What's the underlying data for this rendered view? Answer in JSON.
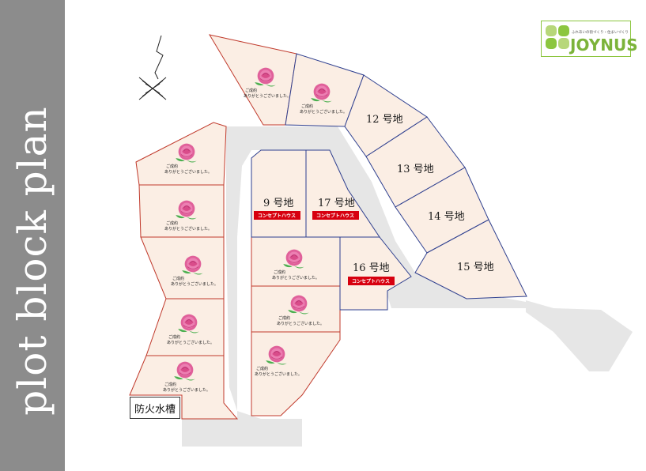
{
  "side_title": "plot block plan",
  "logo": {
    "tagline": "ふれあいの街づくり・住まいづくり",
    "wordmark": "JOYNUS"
  },
  "fire_tank_label": "防火水槽",
  "sold_message": {
    "line1": "ご成約",
    "line2": "ありがとうございました。"
  },
  "lots": [
    {
      "label": "12 号地"
    },
    {
      "label": "13 号地"
    },
    {
      "label": "14 号地"
    },
    {
      "label": "15 号地"
    },
    {
      "label": "9 号地",
      "badge": "コンセプトハウス"
    },
    {
      "label": "17 号地",
      "badge": "コンセプトハウス"
    },
    {
      "label": "16 号地",
      "badge": "コンセプトハウス"
    }
  ],
  "colors": {
    "lot_fill": "#fbeee4",
    "road": "#e6e6e6",
    "sold_border": "#c0392b",
    "available_border": "#2e3f8f",
    "badge": "#d7000f",
    "rose": "#e0609a",
    "side_band": "#8c8c8c",
    "logo_green": "#7cb33a"
  },
  "icons": [
    "north-arrow-icon",
    "rose-icon",
    "clover-logo-icon"
  ]
}
